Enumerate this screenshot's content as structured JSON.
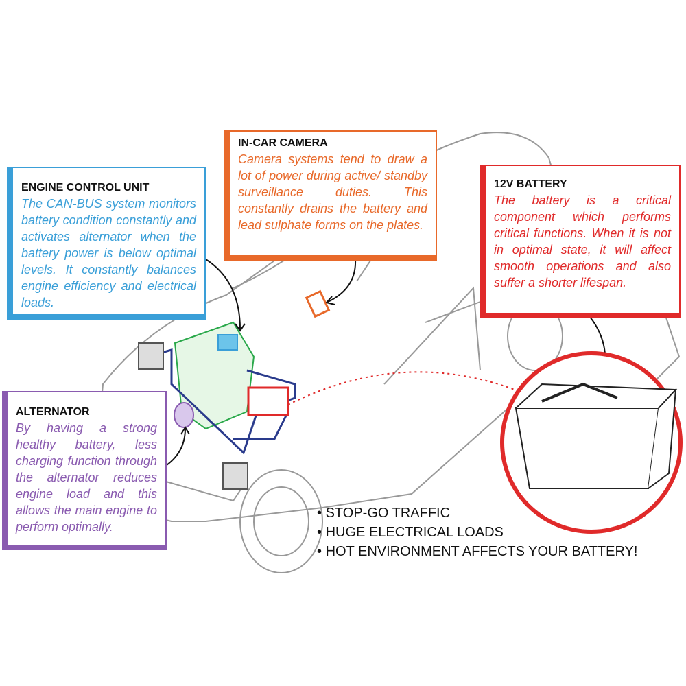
{
  "ecu": {
    "title": "ENGINE CONTROL UNIT",
    "text": "The CAN-BUS system monitors battery condition constantly and activates alternator when the battery power is below optimal levels. It constantly balances engine efficiency and electrical loads.",
    "color": "#3a9fd8"
  },
  "camera": {
    "title": "IN-CAR CAMERA",
    "text": "Camera systems tend to draw a lot of power during active/ standby surveillance duties. This constantly drains the battery and lead sulphate forms on the plates.",
    "color": "#e8692a"
  },
  "battery": {
    "title": "12V BATTERY",
    "text": "The battery is a critical component which performs critical functions. When it is not in optimal state, it will affect smooth operations and also suffer a shorter lifespan.",
    "color": "#e02a2a"
  },
  "alternator": {
    "title": "ALTERNATOR",
    "text": "By having a strong healthy battery, less charging function through the alternator reduces engine load and this allows the main engine to perform optimally.",
    "color": "#8a5bb0"
  },
  "bullets": [
    "STOP-GO TRAFFIC",
    "HUGE ELECTRICAL LOADS",
    "HOT ENVIRONMENT AFFECTS YOUR BATTERY!"
  ]
}
